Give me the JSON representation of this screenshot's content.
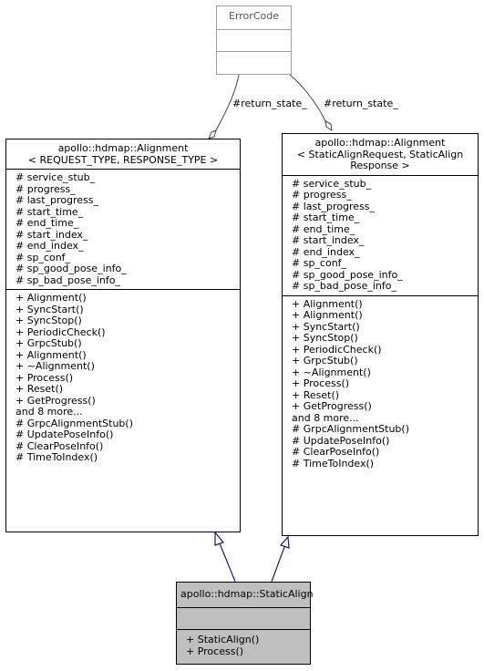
{
  "error_code": {
    "title": "ErrorCode"
  },
  "left_class": {
    "title": [
      "apollo::hdmap::Alignment",
      "< REQUEST_TYPE, RESPONSE_TYPE >"
    ],
    "attributes": [
      "# service_stub_",
      "# progress_",
      "# last_progress_",
      "# start_time_",
      "# end_time_",
      "# start_index_",
      "# end_index_",
      "# sp_conf_",
      "# sp_good_pose_info_",
      "# sp_bad_pose_info_"
    ],
    "methods": [
      "+ Alignment()",
      "+ SyncStart()",
      "+ SyncStop()",
      "+ PeriodicCheck()",
      "+ GrpcStub()",
      "+ Alignment()",
      "+ ~Alignment()",
      "+ Process()",
      "+ Reset()",
      "+ GetProgress()",
      "and 8 more...",
      "# GrpcAlignmentStub()",
      "# UpdatePoseInfo()",
      "# ClearPoseInfo()",
      "# TimeToIndex()"
    ]
  },
  "right_class": {
    "title": [
      "apollo::hdmap::Alignment",
      "< StaticAlignRequest, StaticAlign",
      "Response >"
    ],
    "attributes": [
      "# service_stub_",
      "# progress_",
      "# last_progress_",
      "# start_time_",
      "# end_time_",
      "# start_index_",
      "# end_index_",
      "# sp_conf_",
      "# sp_good_pose_info_",
      "# sp_bad_pose_info_"
    ],
    "methods": [
      "+ Alignment()",
      "+ Alignment()",
      "+ SyncStart()",
      "+ SyncStop()",
      "+ PeriodicCheck()",
      "+ GrpcStub()",
      "+ ~Alignment()",
      "+ Process()",
      "+ Reset()",
      "+ GetProgress()",
      "and 8 more...",
      "# GrpcAlignmentStub()",
      "# UpdatePoseInfo()",
      "# ClearPoseInfo()",
      "# TimeToIndex()"
    ]
  },
  "bottom_class": {
    "title": "apollo::hdmap::StaticAlign",
    "methods": [
      "+ StaticAlign()",
      "+ Process()"
    ]
  },
  "edges": {
    "left_label": "#return_state_",
    "right_label": "#return_state_"
  },
  "colors": {
    "inheritance_arrow": "#191970",
    "selected_fill": "#bfbfbf",
    "external_border": "#a0a0a0"
  }
}
